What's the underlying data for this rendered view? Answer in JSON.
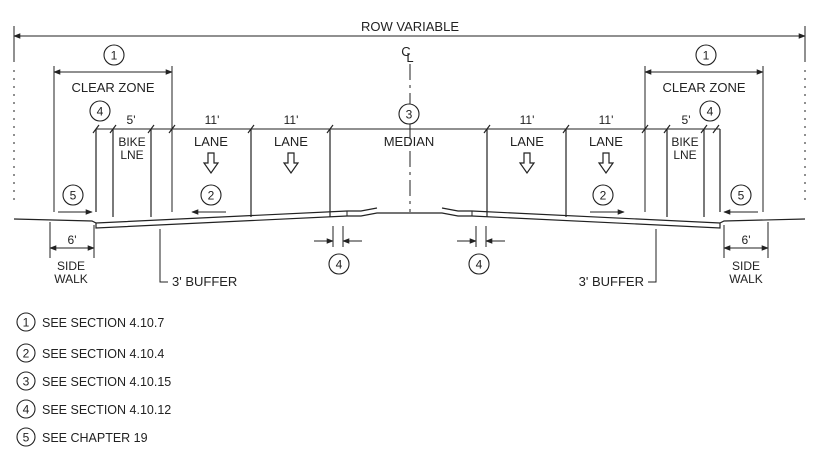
{
  "title": "ROW VARIABLE",
  "centerline": "CL",
  "clear_zone": "CLEAR ZONE",
  "median": "MEDIAN",
  "lane": "LANE",
  "bike_lane_line1": "BIKE",
  "bike_lane_line2": "LNE",
  "dim_bike": "5'",
  "dim_lane": "11'",
  "dim_sidewalk": "6'",
  "sidewalk_line1": "SIDE",
  "sidewalk_line2": "WALK",
  "buffer": "3' BUFFER",
  "callouts": [
    "1",
    "2",
    "3",
    "4",
    "5"
  ],
  "notes": [
    {
      "num": "1",
      "text": "SEE SECTION 4.10.7"
    },
    {
      "num": "2",
      "text": "SEE SECTION 4.10.4"
    },
    {
      "num": "3",
      "text": "SEE SECTION 4.10.15"
    },
    {
      "num": "4",
      "text": "SEE SECTION 4.10.12"
    },
    {
      "num": "5",
      "text": "SEE CHAPTER 19"
    }
  ]
}
